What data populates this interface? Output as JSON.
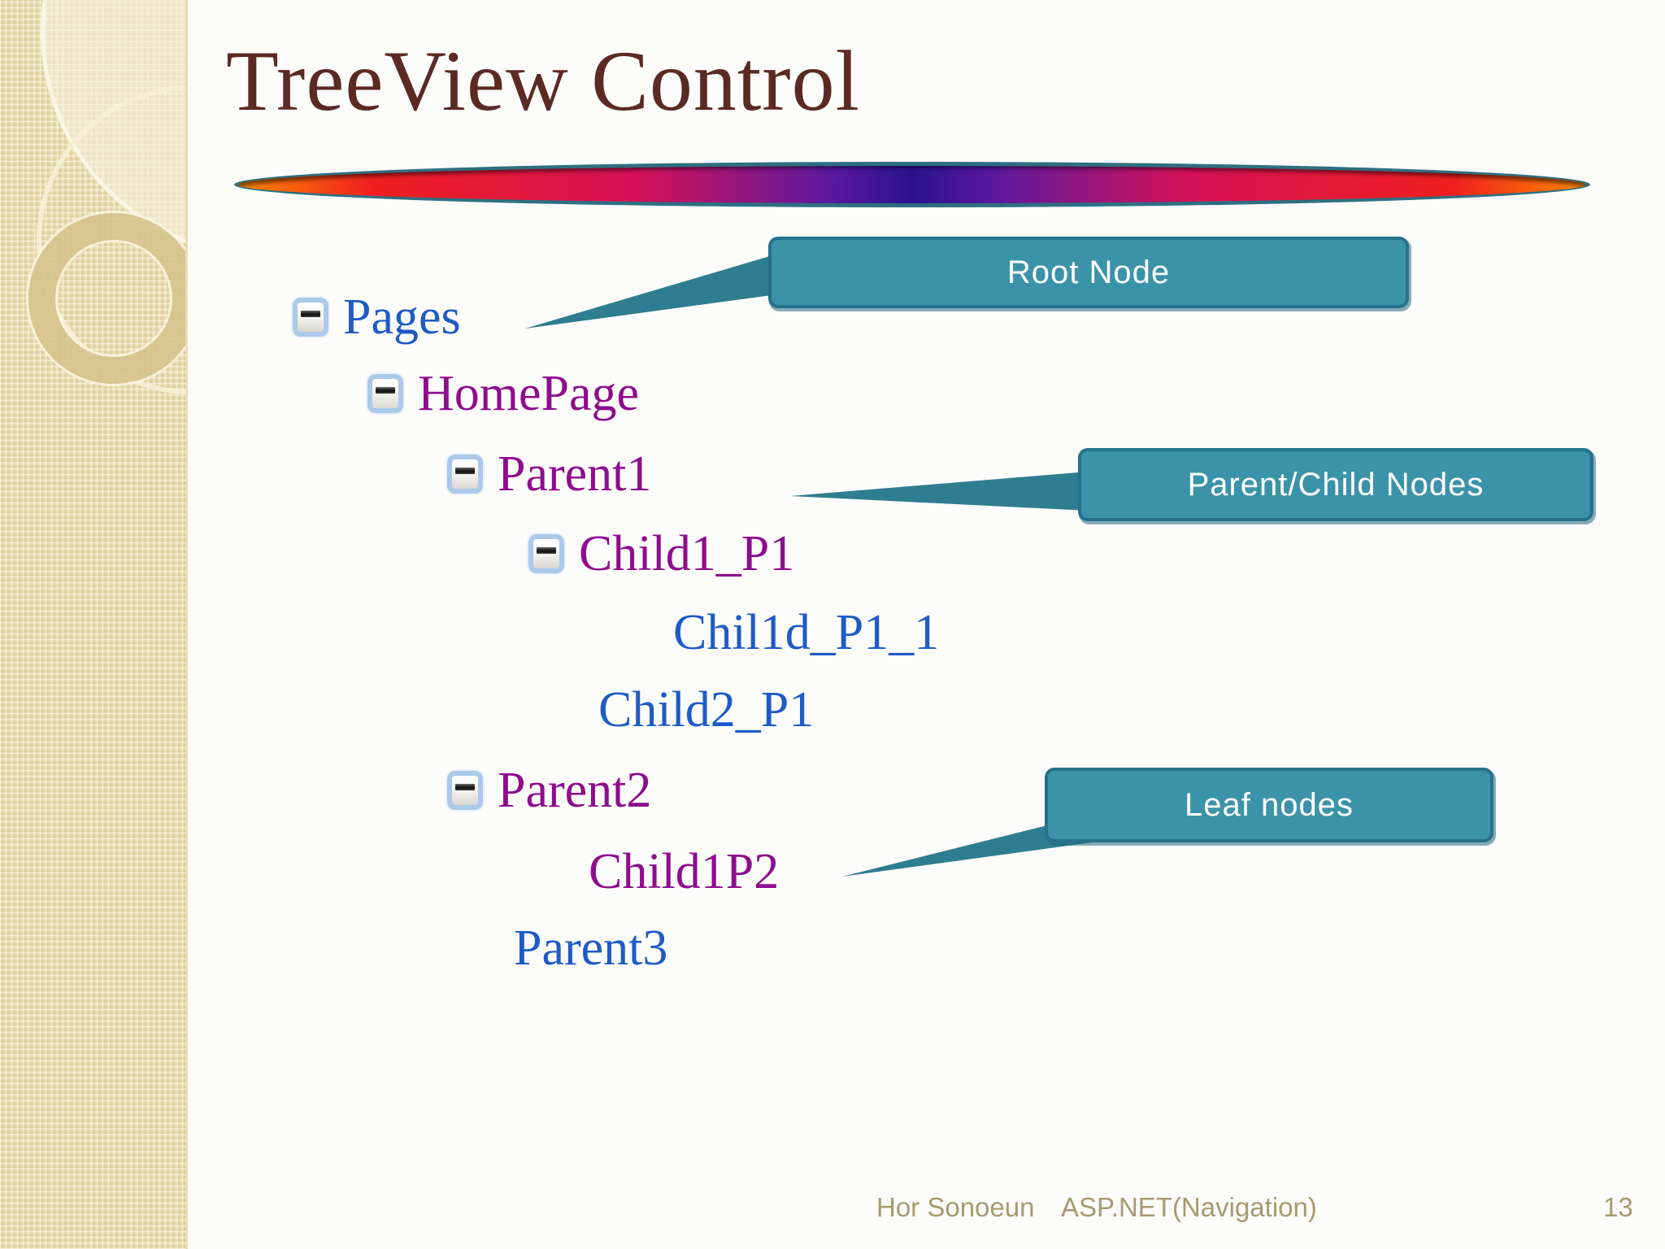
{
  "slide": {
    "title": "TreeView Control",
    "tree": {
      "nodes": [
        {
          "label": "Pages",
          "color": "blue",
          "has_toggle": true,
          "toggle_state": "collapse-minus"
        },
        {
          "label": "HomePage",
          "color": "purple",
          "has_toggle": true,
          "toggle_state": "collapse-minus"
        },
        {
          "label": "Parent1",
          "color": "purple",
          "has_toggle": true,
          "toggle_state": "collapse-minus"
        },
        {
          "label": "Child1_P1",
          "color": "purple",
          "has_toggle": true,
          "toggle_state": "collapse-minus"
        },
        {
          "label": "Chil1d_P1_1",
          "color": "blue",
          "has_toggle": false,
          "toggle_state": "none"
        },
        {
          "label": "Child2_P1",
          "color": "blue",
          "has_toggle": false,
          "toggle_state": "none"
        },
        {
          "label": "Parent2",
          "color": "purple",
          "has_toggle": true,
          "toggle_state": "collapse-minus"
        },
        {
          "label": "Child1P2",
          "color": "purple",
          "has_toggle": false,
          "toggle_state": "none"
        },
        {
          "label": "Parent3",
          "color": "blue",
          "has_toggle": false,
          "toggle_state": "none"
        }
      ]
    },
    "callouts": {
      "root": "Root Node",
      "parent_child": "Parent/Child Nodes",
      "leaf": "Leaf nodes"
    },
    "footer": {
      "author": "Hor Sonoeun",
      "module": "ASP.NET(Navigation)",
      "page_number": "13"
    },
    "colors": {
      "title_text": "#5B2A23",
      "node_blue": "#1E5BC6",
      "node_purple": "#8E0C8E",
      "callout_fill": "#3B93A9",
      "callout_border": "#26718B",
      "callout_text": "#FFFFFF",
      "connector": "#2F7D90",
      "divider_border": "#2E6F82",
      "divider_gradient": [
        "#FF8A00",
        "#F01E1E",
        "#D4125A",
        "#2A128E"
      ],
      "sidebar_bg": "#ECE1B8",
      "footer_text": "#A79A6F"
    }
  }
}
